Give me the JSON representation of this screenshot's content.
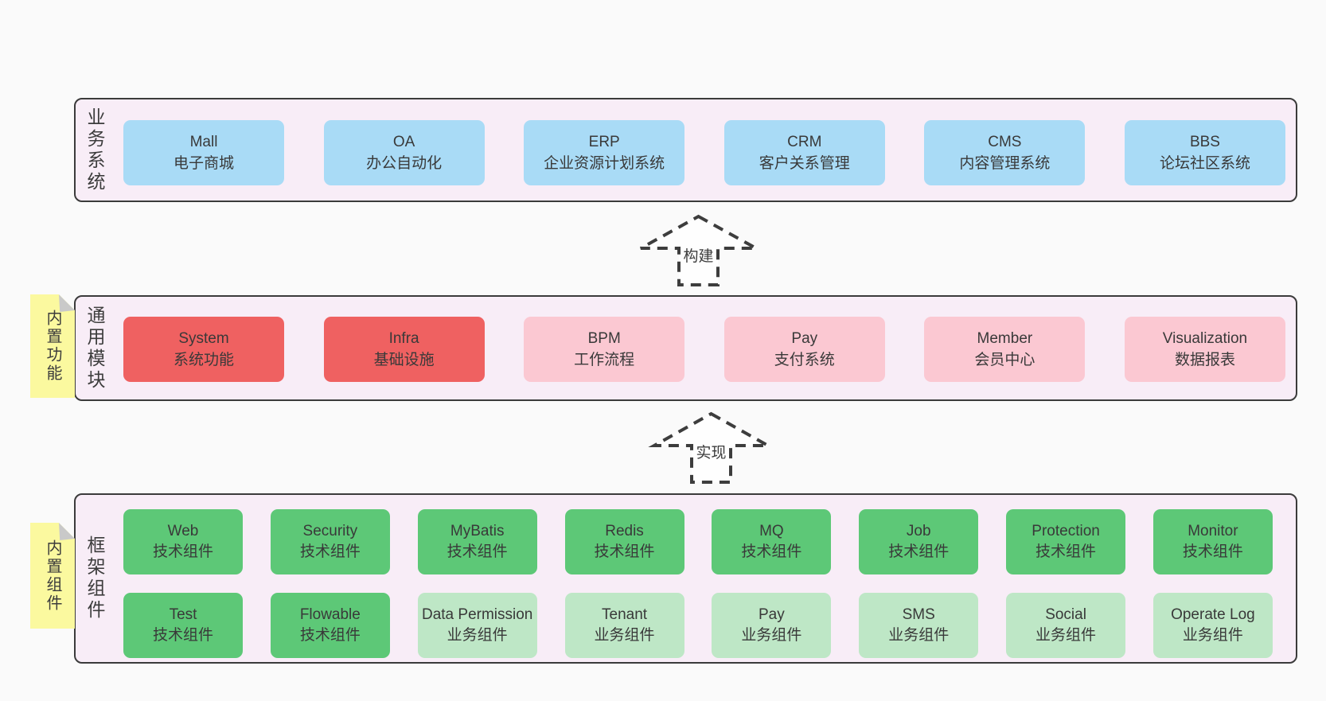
{
  "colors": {
    "background": "#fafafa",
    "layer_fill": "#f8edf7",
    "layer_border": "#3b3b3b",
    "blue_box": "#a9dbf6",
    "red_box": "#ef6161",
    "pink_box": "#fbc8d2",
    "green_box": "#5dc877",
    "light_green_box": "#bee7c6",
    "note_fill": "#fbf99f",
    "note_fold": "#c9c9c9",
    "text": "#3c3c3c"
  },
  "arrows": [
    {
      "label": "构建"
    },
    {
      "label": "实现"
    }
  ],
  "layers": [
    {
      "label": "业务系统",
      "boxes": [
        {
          "name": "Mall",
          "desc": "电子商城"
        },
        {
          "name": "OA",
          "desc": "办公自动化"
        },
        {
          "name": "ERP",
          "desc": "企业资源计划系统"
        },
        {
          "name": "CRM",
          "desc": "客户关系管理"
        },
        {
          "name": "CMS",
          "desc": "内容管理系统"
        },
        {
          "name": "BBS",
          "desc": "论坛社区系统"
        }
      ]
    },
    {
      "label": "通用模块",
      "note": "内置功能",
      "boxes": [
        {
          "name": "System",
          "desc": "系统功能"
        },
        {
          "name": "Infra",
          "desc": "基础设施"
        },
        {
          "name": "BPM",
          "desc": "工作流程"
        },
        {
          "name": "Pay",
          "desc": "支付系统"
        },
        {
          "name": "Member",
          "desc": "会员中心"
        },
        {
          "name": "Visualization",
          "desc": "数据报表"
        }
      ]
    },
    {
      "label": "框架组件",
      "note": "内置组件",
      "rows": [
        [
          {
            "name": "Web",
            "desc": "技术组件"
          },
          {
            "name": "Security",
            "desc": "技术组件"
          },
          {
            "name": "MyBatis",
            "desc": "技术组件"
          },
          {
            "name": "Redis",
            "desc": "技术组件"
          },
          {
            "name": "MQ",
            "desc": "技术组件"
          },
          {
            "name": "Job",
            "desc": "技术组件"
          },
          {
            "name": "Protection",
            "desc": "技术组件"
          },
          {
            "name": "Monitor",
            "desc": "技术组件"
          }
        ],
        [
          {
            "name": "Test",
            "desc": "技术组件"
          },
          {
            "name": "Flowable",
            "desc": "技术组件"
          },
          {
            "name": "Data Permission",
            "desc": "业务组件"
          },
          {
            "name": "Tenant",
            "desc": "业务组件"
          },
          {
            "name": "Pay",
            "desc": "业务组件"
          },
          {
            "name": "SMS",
            "desc": "业务组件"
          },
          {
            "name": "Social",
            "desc": "业务组件"
          },
          {
            "name": "Operate Log",
            "desc": "业务组件"
          }
        ]
      ]
    }
  ]
}
